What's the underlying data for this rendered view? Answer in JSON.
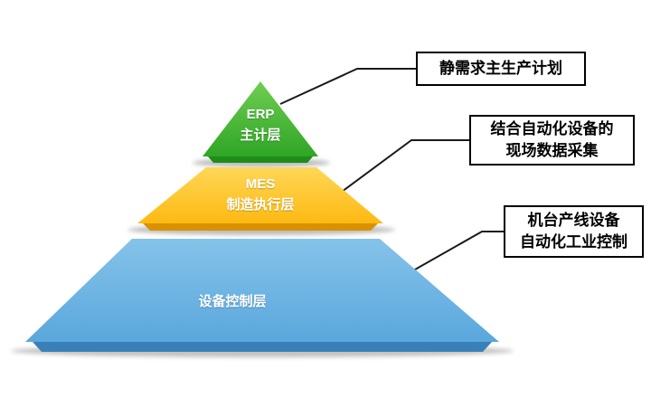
{
  "pyramid": {
    "layers": [
      {
        "line1": "ERP",
        "line2": "主计层"
      },
      {
        "line1": "MES",
        "line2": "制造执行层"
      },
      {
        "line1": "设备控制层",
        "line2": ""
      }
    ]
  },
  "callouts": [
    {
      "line1": "静需求主生产计划",
      "line2": ""
    },
    {
      "line1": "结合自动化设备的",
      "line2": "现场数据采集"
    },
    {
      "line1": "机台产线设备",
      "line2": "自动化工业控制"
    }
  ],
  "colors": {
    "green_light": "#6fce52",
    "green_main": "#2fa526",
    "green_edge": "#1e8c18",
    "orange_light": "#ffd757",
    "orange_main": "#fdb912",
    "orange_edge": "#d89200",
    "blue_light": "#85c3ea",
    "blue_main": "#5aa7dc",
    "blue_edge": "#3a80b8",
    "shadow": "#9a9a9a",
    "line": "#1a1a1a",
    "box_border": "#000000",
    "box_bg": "#ffffff",
    "pyramid_text": "#ffffff"
  }
}
